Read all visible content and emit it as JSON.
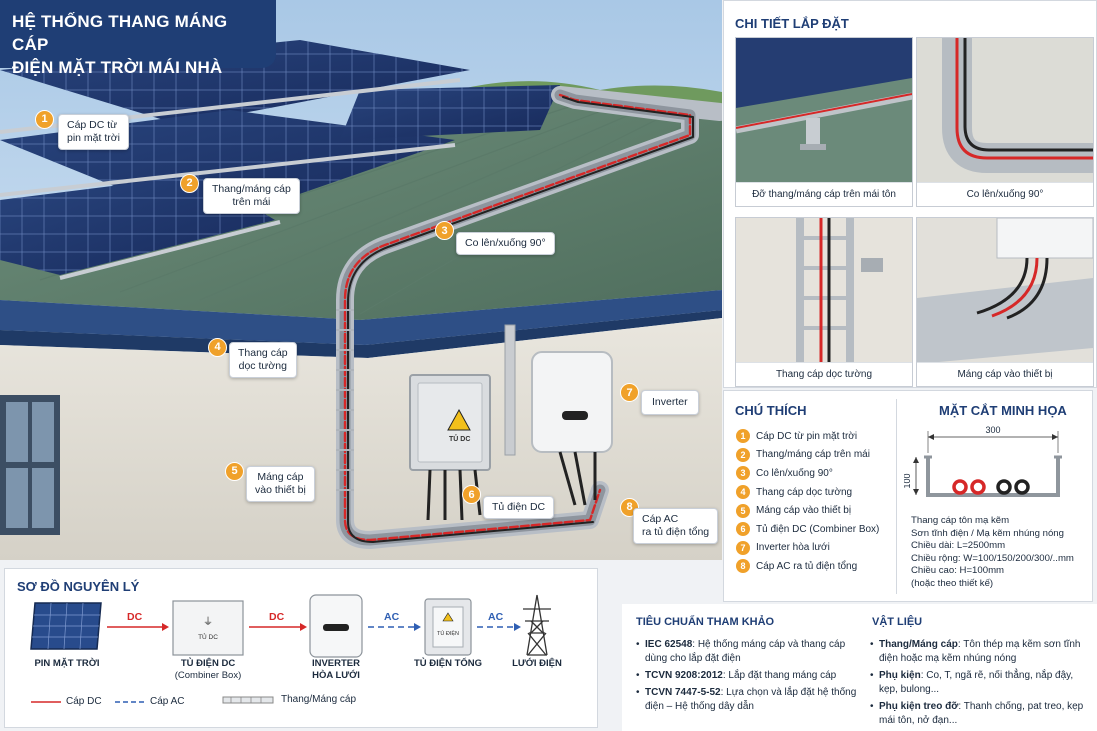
{
  "title": {
    "line1": "HỆ THỐNG THANG MÁNG CÁP",
    "line2": "ĐIỆN MẶT TRỜI MÁI NHÀ"
  },
  "callouts": [
    {
      "num": "1",
      "line1": "Cáp DC từ",
      "line2": "pin mặt trời"
    },
    {
      "num": "2",
      "line1": "Thang/máng cáp",
      "line2": "trên mái"
    },
    {
      "num": "3",
      "line1": "Co lên/xuống 90°",
      "line2": ""
    },
    {
      "num": "4",
      "line1": "Thang cáp",
      "line2": "dọc tường"
    },
    {
      "num": "5",
      "line1": "Máng cáp",
      "line2": "vào thiết bị"
    },
    {
      "num": "6",
      "line1": "Tủ điện DC",
      "line2": ""
    },
    {
      "num": "7",
      "line1": "Inverter",
      "line2": ""
    },
    {
      "num": "8",
      "line1": "Cáp AC",
      "line2": "ra tủ điện tổng"
    }
  ],
  "scene_labels": {
    "dc_box": "TỦ DC"
  },
  "details": {
    "title": "CHI TIẾT LẮP ĐẶT",
    "items": [
      "Đỡ thang/máng cáp trên mái tôn",
      "Co lên/xuống 90°",
      "Thang cáp dọc tường",
      "Máng cáp vào thiết bị"
    ]
  },
  "legend": {
    "title": "CHÚ THÍCH",
    "items": [
      "Cáp DC từ pin mặt trời",
      "Thang/máng cáp trên mái",
      "Co lên/xuống 90°",
      "Thang cáp dọc tường",
      "Máng cáp vào thiết bị",
      "Tủ điện DC (Combiner Box)",
      "Inverter hòa lưới",
      "Cáp AC ra tủ điện tổng"
    ]
  },
  "section": {
    "title": "MẶT CẮT MINH HỌA",
    "width": "300",
    "height": "100",
    "notes": [
      "Thang cáp tôn mạ kẽm",
      "Sơn tĩnh điện / Mạ kẽm nhúng nóng",
      "Chiều dài: L=2500mm",
      "Chiều rộng: W=100/150/200/300/..mm",
      "Chiều cao: H=100mm",
      "(hoặc theo thiết kế)"
    ]
  },
  "schematic": {
    "title": "SƠ ĐỒ NGUYÊN LÝ",
    "nodes": [
      {
        "name": "PIN MẶT TRỜI",
        "sub": ""
      },
      {
        "name": "TỦ ĐIỆN DC",
        "sub": "(Combiner Box)"
      },
      {
        "name": "INVERTER",
        "sub": "HÒA LƯỚI"
      },
      {
        "name": "TỦ ĐIỆN TỔNG",
        "sub": ""
      },
      {
        "name": "LƯỚI ĐIỆN",
        "sub": ""
      }
    ],
    "box_labels": {
      "dc": "TỦ DC",
      "main": "TỦ ĐIỆN"
    },
    "links": [
      "DC",
      "DC",
      "AC",
      "AC"
    ],
    "key": {
      "dc": "Cáp DC",
      "ac": "Cáp AC",
      "tray": "Thang/Máng cáp"
    },
    "colors": {
      "dc": "#d62828",
      "ac": "#2f5fb3"
    }
  },
  "standards": {
    "title": "TIÊU CHUẨN THAM KHẢO",
    "items": [
      {
        "code": "IEC 62548",
        "text": ": Hệ thống máng cáp và thang cáp dùng cho lắp đặt điện"
      },
      {
        "code": "TCVN 9208:2012",
        "text": ": Lắp đặt thang máng cáp"
      },
      {
        "code": "TCVN 7447-5-52",
        "text": ": Lựa chọn và lắp đặt hệ thống điện – Hệ thống dây dẫn"
      }
    ]
  },
  "materials": {
    "title": "VẬT LIỆU",
    "items": [
      {
        "key": "Thang/Máng cáp",
        "text": ": Tôn thép mạ kẽm sơn tĩnh điện hoặc mạ kẽm nhúng nóng"
      },
      {
        "key": "Phụ kiện",
        "text": ": Co, T, ngã rẽ, nối thẳng, nắp đậy, kẹp, bulong..."
      },
      {
        "key": "Phụ kiện treo đỡ",
        "text": ": Thanh chống, pat treo, kẹp mái tôn, nở đạn..."
      }
    ]
  }
}
